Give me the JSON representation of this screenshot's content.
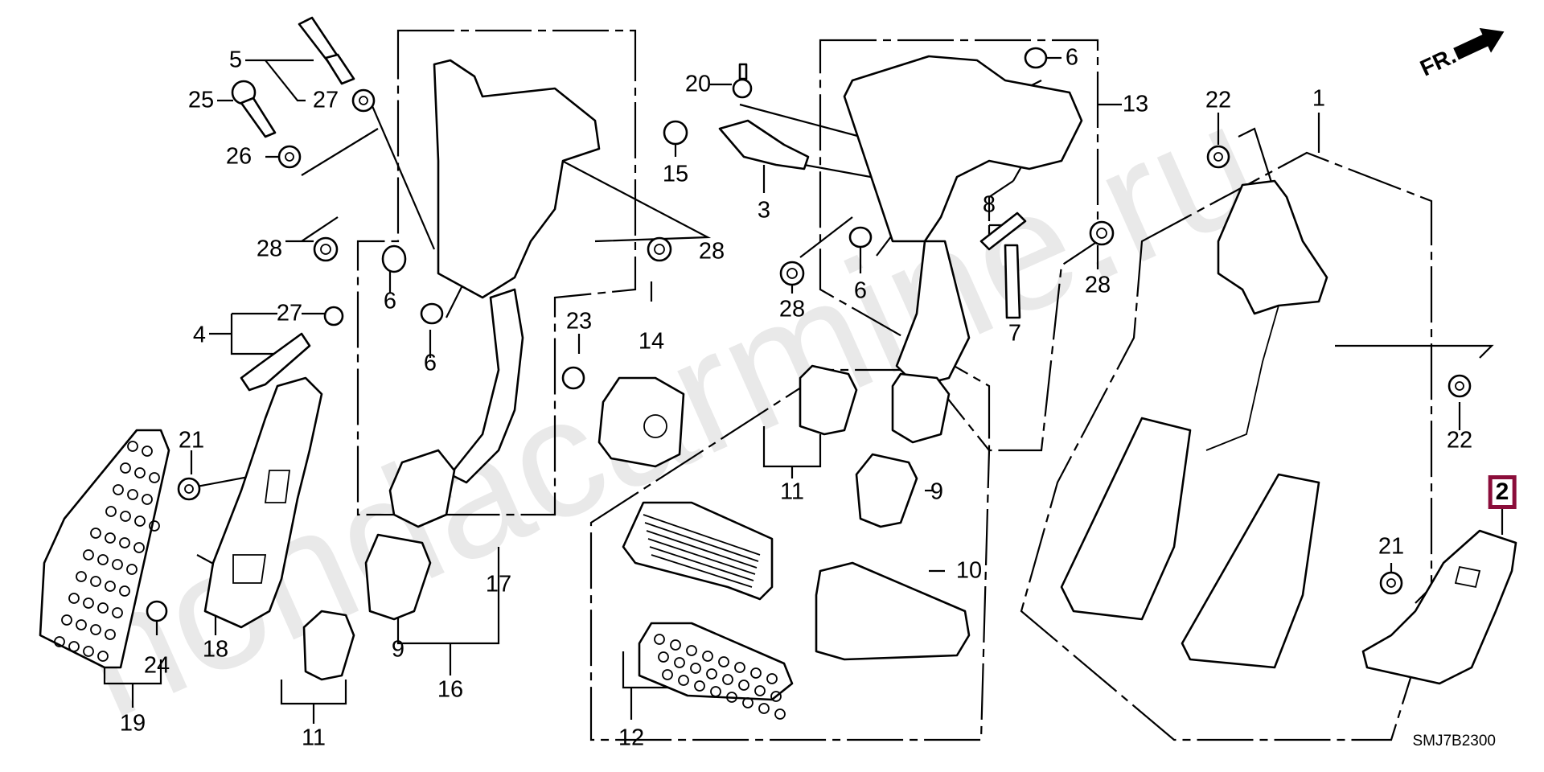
{
  "diagram": {
    "title": "Pedal assembly exploded parts diagram",
    "diagram_code": "SMJ7B2300",
    "watermark": "hondacarmine.ru",
    "direction_indicator": "FR.",
    "highlight_color": "#8b0d3a",
    "highlighted_callout": "2",
    "callouts": [
      {
        "id": "c5",
        "text": "5"
      },
      {
        "id": "c25",
        "text": "25"
      },
      {
        "id": "c27a",
        "text": "27"
      },
      {
        "id": "c26",
        "text": "26"
      },
      {
        "id": "c28a",
        "text": "28"
      },
      {
        "id": "c6a",
        "text": "6"
      },
      {
        "id": "c6b",
        "text": "6"
      },
      {
        "id": "c28b",
        "text": "28"
      },
      {
        "id": "c4",
        "text": "4"
      },
      {
        "id": "c27b",
        "text": "27"
      },
      {
        "id": "c21a",
        "text": "21"
      },
      {
        "id": "c18",
        "text": "18"
      },
      {
        "id": "c24",
        "text": "24"
      },
      {
        "id": "c19",
        "text": "19"
      },
      {
        "id": "c11a",
        "text": "11"
      },
      {
        "id": "c9a",
        "text": "9"
      },
      {
        "id": "c16",
        "text": "16"
      },
      {
        "id": "c17",
        "text": "17"
      },
      {
        "id": "c20",
        "text": "20"
      },
      {
        "id": "c15",
        "text": "15"
      },
      {
        "id": "c3",
        "text": "3"
      },
      {
        "id": "c23",
        "text": "23"
      },
      {
        "id": "c14",
        "text": "14"
      },
      {
        "id": "c28c",
        "text": "28"
      },
      {
        "id": "c6c",
        "text": "6"
      },
      {
        "id": "c6d",
        "text": "6"
      },
      {
        "id": "c13",
        "text": "13"
      },
      {
        "id": "c8",
        "text": "8"
      },
      {
        "id": "c7",
        "text": "7"
      },
      {
        "id": "c28d",
        "text": "28"
      },
      {
        "id": "c11b",
        "text": "11"
      },
      {
        "id": "c9b",
        "text": "9"
      },
      {
        "id": "c10",
        "text": "10"
      },
      {
        "id": "c12",
        "text": "12"
      },
      {
        "id": "c22a",
        "text": "22"
      },
      {
        "id": "c1",
        "text": "1"
      },
      {
        "id": "c22b",
        "text": "22"
      },
      {
        "id": "c2",
        "text": "2"
      },
      {
        "id": "c21b",
        "text": "21"
      }
    ]
  }
}
